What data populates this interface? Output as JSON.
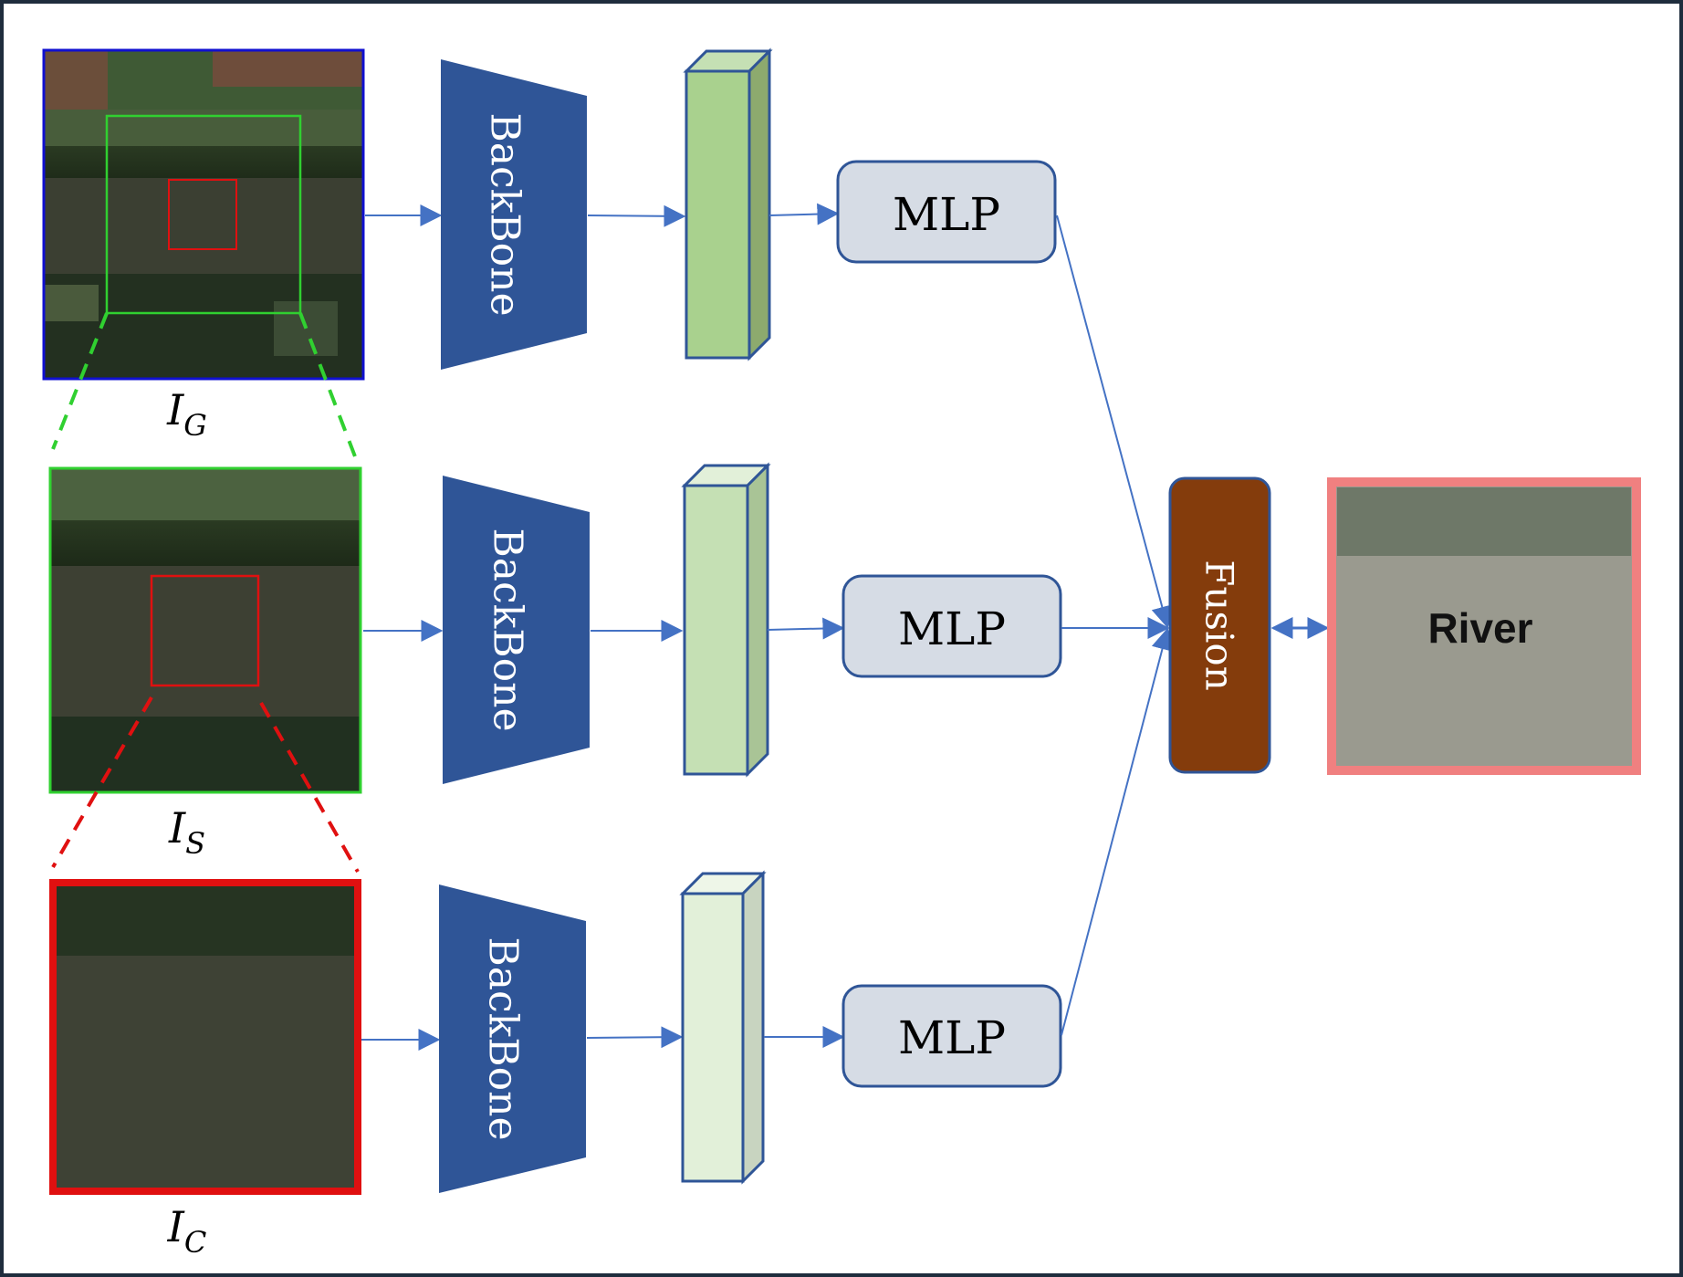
{
  "images": {
    "global": {
      "label_base": "I",
      "label_sub": "G"
    },
    "scene": {
      "label_base": "I",
      "label_sub": "S"
    },
    "center": {
      "label_base": "I",
      "label_sub": "C"
    }
  },
  "backbone_label": "BackBone",
  "mlp_label": "MLP",
  "fusion_label": "Fusion",
  "output_label": "River",
  "colors": {
    "backbone": "#2F5597",
    "mlp_fill": "#D6DCE5",
    "mlp_stroke": "#2F5597",
    "fusion": "#843C0C",
    "arrow": "#4472C4",
    "frame": "#1F2D3D",
    "global_frame": "#1010D0",
    "scene_frame": "#30D030",
    "center_frame": "#E01010",
    "output_frame": "#F08080",
    "feature_1": "#A9D18E",
    "feature_2": "#C5E0B4",
    "feature_3": "#E2F0D9"
  }
}
